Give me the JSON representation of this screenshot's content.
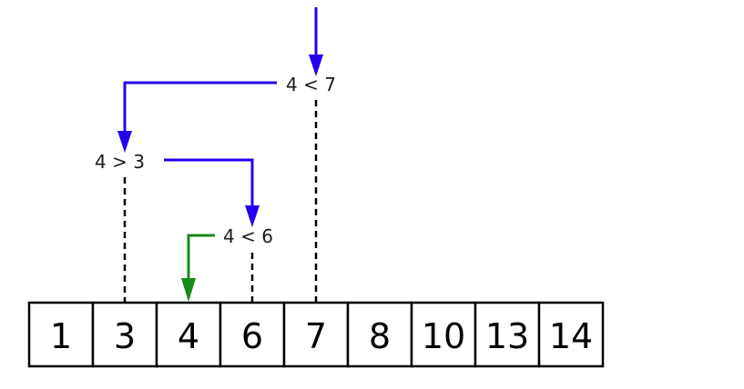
{
  "array": {
    "cells": [
      "1",
      "3",
      "4",
      "6",
      "7",
      "8",
      "10",
      "13",
      "14"
    ]
  },
  "comparisons": [
    {
      "text": "4 < 7"
    },
    {
      "text": "4 > 3"
    },
    {
      "text": "4 < 6"
    }
  ],
  "colors": {
    "search_path": "#2200ee",
    "found_path": "#1a8a1a",
    "lines": "#000000"
  }
}
